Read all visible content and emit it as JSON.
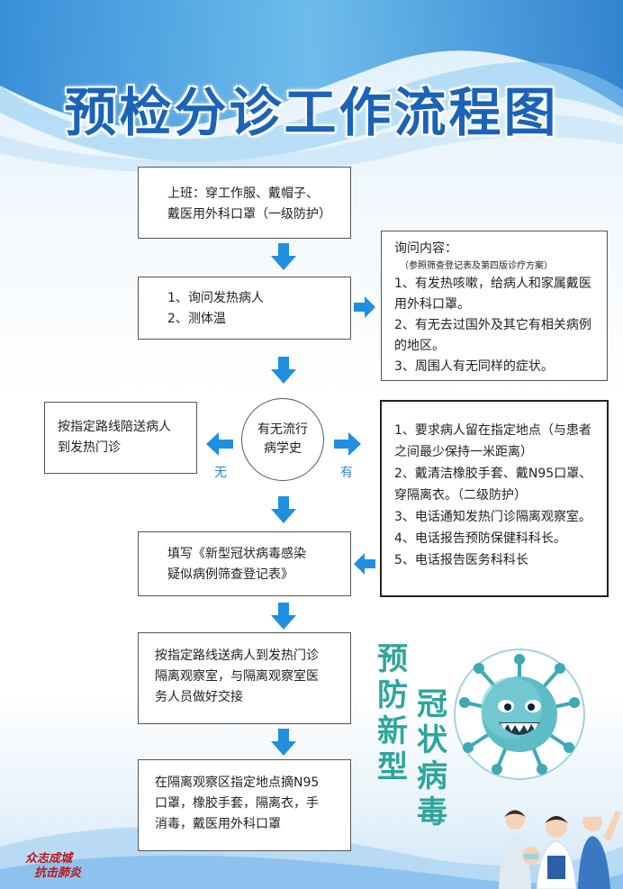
{
  "title": "预检分诊工作流程图",
  "steps": {
    "start": [
      "上班：穿工作服、戴帽子、",
      "戴医用外科口罩（一级防护）"
    ],
    "ask": [
      "1、询问发热病人",
      "2、测体温"
    ],
    "circle": [
      "有无流行",
      "病学史"
    ],
    "no_branch": [
      "按指定路线陪送病人",
      "到发热门诊"
    ],
    "fill": [
      "填写《新型冠状病毒感染",
      "疑似病例筛查登记表》"
    ],
    "escort": [
      "按指定路线送病人到发热门诊",
      "隔离观察室，与隔离观察室医",
      "务人员做好交接"
    ],
    "isolate": [
      "在隔离观察区指定地点摘N95",
      "口罩，橡胶手套，隔离衣，手",
      "消毒，戴医用外科口罩"
    ]
  },
  "inquiry": {
    "heading": "询问内容：",
    "note": "（参照筛查登记表及第四版诊疗方案）",
    "lines": [
      "1、有发热咳嗽，给病人和家属戴医",
      "用外科口罩。",
      "2、有无去过国外及其它有相关病例",
      "的地区。",
      "3、周围人有无同样的症状。"
    ]
  },
  "yes_actions": [
    "1、要求病人留在指定地点（与患者",
    "之间最少保持一米距离）",
    "2、戴清洁橡胶手套、戴N95口罩、",
    "穿隔离衣。（二级防护）",
    "3、电话通知发热门诊隔离观察室。",
    "4、电话报告预防保健科科长。",
    "5、电话报告医务科科长"
  ],
  "labels": {
    "no": "无",
    "yes": "有"
  },
  "slogan": {
    "col1": [
      "预",
      "防",
      "新",
      "型"
    ],
    "col2": [
      "冠",
      "状",
      "病",
      "毒"
    ]
  },
  "brand": [
    "众志成城",
    "抗击肺炎"
  ],
  "colors": {
    "title": "#1a63b8",
    "arrow": "#1f8fe0",
    "slogan": "#2ea59b",
    "virus": "#3fa9b5"
  },
  "icons": [
    "arrow-down-icon",
    "arrow-right-icon",
    "arrow-left-icon",
    "virus-icon",
    "medical-staff-illustration"
  ]
}
